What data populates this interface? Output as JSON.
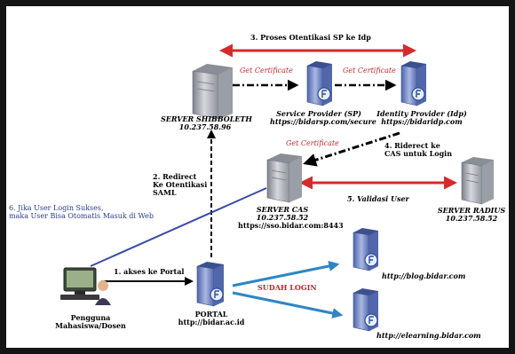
{
  "steps": {
    "step1": "1. akses ke Portal",
    "step2": "2. Redirect\nKe Otentikasi\nSAML",
    "step3": "3. Proses Otentikasi SP ke Idp",
    "step4": "4. Riderect ke\nCAS untuk Login",
    "step5": "5. Validasi User",
    "step6": "6. Jika User Login Sukses,\nmaka User Bisa Otomatis Masuk di Web"
  },
  "edge_labels": {
    "get_cert_1": "Get Certificate",
    "get_cert_2": "Get Certificate",
    "get_cert_3": "Get Certificate",
    "sudah_login": "SUDAH LOGIN"
  },
  "nodes": {
    "shibboleth": {
      "name": "SERVER SHIBBOLETH",
      "ip": "10.237.58.96"
    },
    "sp": {
      "name": "Service Provider (SP)",
      "url": "https://bidarsp.com/secure"
    },
    "idp": {
      "name": "Identity Provider (Idp)",
      "url": "https://bidaridp.com"
    },
    "cas": {
      "name": "SERVER CAS",
      "ip": "10.237.58.52",
      "url": "https://sso.bidar.com:8443"
    },
    "radius": {
      "name": "SERVER RADIUS",
      "ip": "10.237.58.52"
    },
    "portal": {
      "name": "PORTAL",
      "url": "http://bidar.ac.id"
    },
    "blog": {
      "url": "http://blog.bidar.com"
    },
    "elearning": {
      "url": "http://elearning.bidar.com"
    },
    "user": {
      "name": "Pengguna\nMahasiswa/Dosen"
    }
  },
  "colors": {
    "red_arrow": "#d62a2a",
    "blue_arrow": "#2d86c4",
    "login_line": "#3a4aa8",
    "server_body": "#b9bcc4",
    "client_body": "#6f86c7"
  }
}
